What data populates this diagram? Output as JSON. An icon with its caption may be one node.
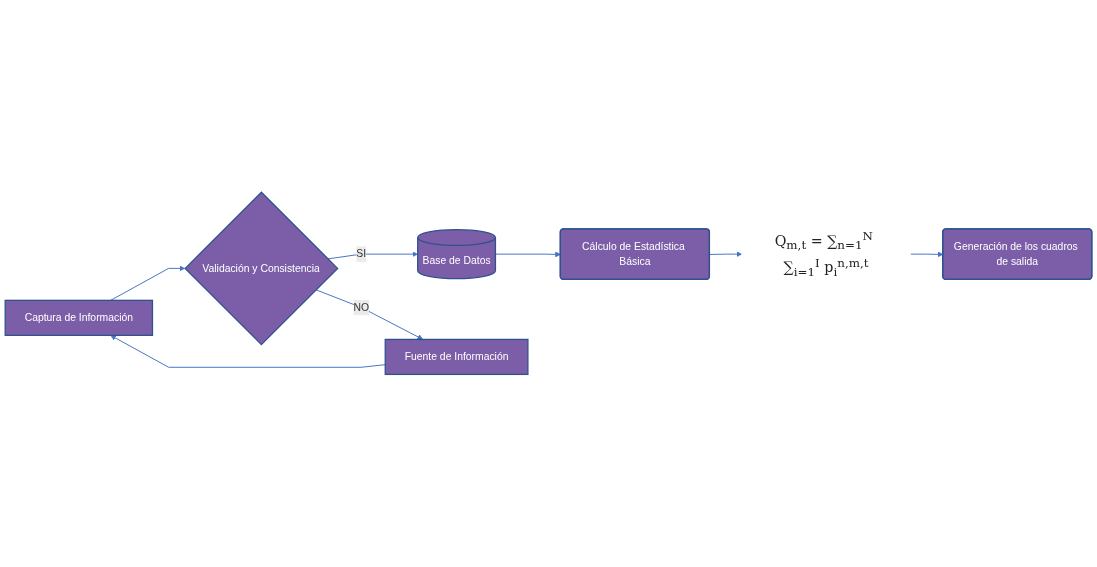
{
  "diagram": {
    "nodes": [
      {
        "text": [
          "Captura de Información"
        ]
      },
      {
        "text": [
          "Validación y Consistencia"
        ]
      },
      {
        "text": [
          "Fuente de Información"
        ]
      },
      {
        "text": [
          "Base de Datos"
        ]
      },
      {
        "text": [
          "Cálculo de Estadística Básica"
        ]
      },
      {
        "text": [
          "Q$_{m,t}$ = ∑$_{n=1}$$^{N}$ ∑$_{i=1}$$^{I}$ p$_{i}$$^{n,m,t}$"
        ]
      },
      {
        "text": [
          "Generación de los cuadros de salida"
        ]
      }
    ],
    "edges": [
      {
        "from": 0,
        "to": 1,
        "arrow": "to"
      },
      {
        "from": 1,
        "to": 3,
        "arrow": "to",
        "label": "SI"
      },
      {
        "from": 1,
        "to": 2,
        "arrow": "to",
        "label": "NO"
      },
      {
        "from": 2,
        "to": 0,
        "arrow": "to"
      },
      {
        "from": 3,
        "to": 4,
        "arrow": "to"
      },
      {
        "from": 4,
        "to": 5,
        "arrow": "to"
      },
      {
        "from": 5,
        "to": 6,
        "arrow": "to"
      }
    ]
  }
}
